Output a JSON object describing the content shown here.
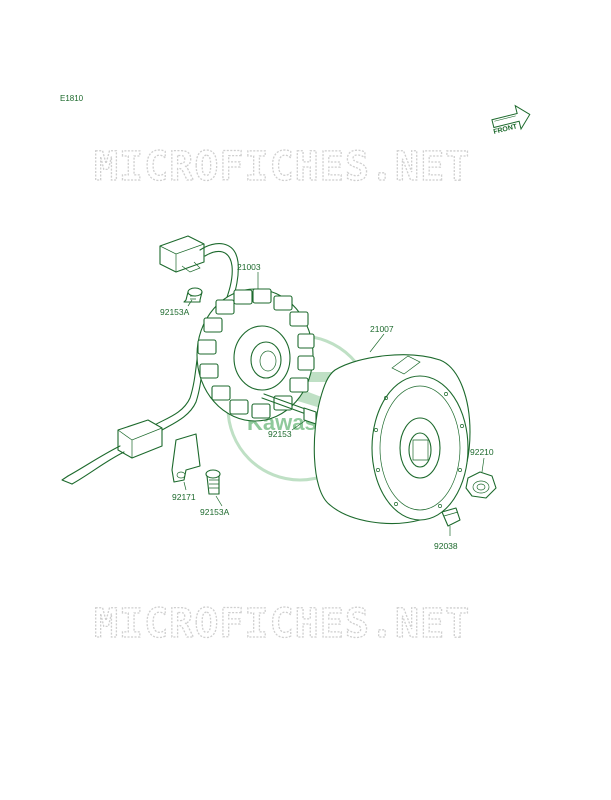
{
  "diagram_code": "E1810",
  "front_indicator": "FRONT",
  "watermark_text": "MICROFICHES.NET",
  "brand_logo_text": "Kawasaki",
  "colors": {
    "ink": "#1d6a2d",
    "watermark": "#cfcfcf",
    "logo": "#7cc08a"
  },
  "parts": [
    {
      "number": "21003"
    },
    {
      "number": "92153A"
    },
    {
      "number": "21007"
    },
    {
      "number": "92153"
    },
    {
      "number": "92210"
    },
    {
      "number": "92171"
    },
    {
      "number": "92153A"
    },
    {
      "number": "92038"
    }
  ]
}
